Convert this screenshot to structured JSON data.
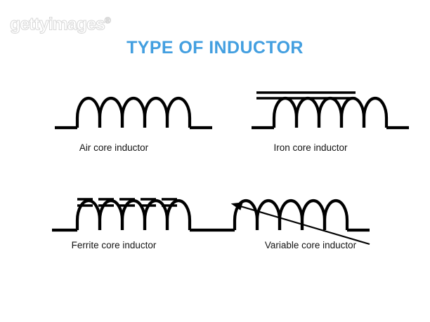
{
  "watermark": {
    "text": "gettyimages",
    "mark": "®"
  },
  "title": "TYPE OF INDUCTOR",
  "colors": {
    "title_blue": "#439fe0",
    "stroke_black": "#000000",
    "background": "#ffffff",
    "watermark_gray": "#d8d8d8"
  },
  "symbols": [
    {
      "id": "air-core-inductor",
      "caption": "Air core inductor",
      "core_type": "none",
      "coils": 5
    },
    {
      "id": "iron-core-inductor",
      "caption": "Iron core inductor",
      "core_type": "solid-double-line",
      "core_lines": 2,
      "coils": 5
    },
    {
      "id": "ferrite-core-inductor",
      "caption": "Ferrite core inductor",
      "core_type": "dashed-double-line",
      "core_lines": 2,
      "core_dashes": 5,
      "coils": 5
    },
    {
      "id": "variable-core-inductor",
      "caption": "Variable core inductor",
      "core_type": "diagonal-arrow",
      "arrow_direction": "up-left",
      "coils": 5
    }
  ]
}
